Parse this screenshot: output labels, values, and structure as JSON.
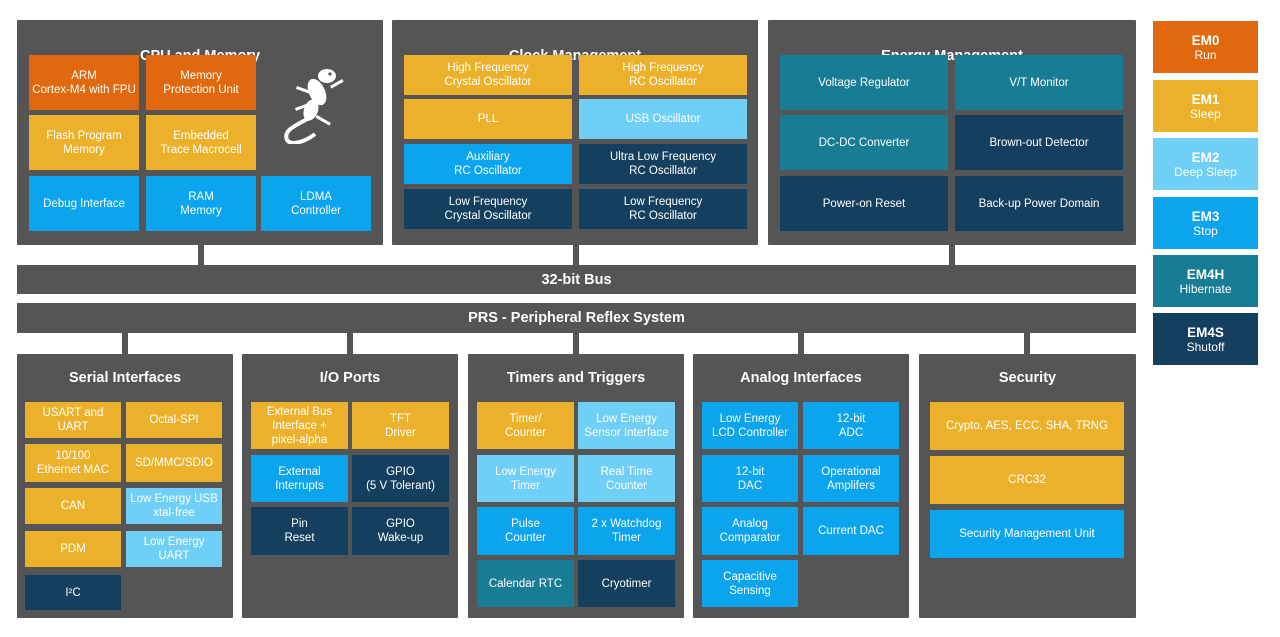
{
  "cpu": {
    "title": "CPU and Memory",
    "blocks": [
      "ARM\nCortex-M4 with FPU",
      "Memory\nProtection Unit",
      "Flash Program\nMemory",
      "Embedded\nTrace Macrocell",
      "Debug Interface",
      "RAM\nMemory",
      "LDMA\nController"
    ]
  },
  "clock": {
    "title": "Clock Management",
    "blocks": [
      "High Frequency\nCrystal Oscillator",
      "High Frequency\nRC Oscillator",
      "PLL",
      "USB Oscillator",
      "Auxiliary\nRC Oscillator",
      "Ultra Low Frequency\nRC Oscillator",
      "Low Frequency\nCrystal Oscillator",
      "Low Frequency\nRC Oscillator"
    ]
  },
  "energy": {
    "title": "Energy Management",
    "blocks": [
      "Voltage Regulator",
      "V/T Monitor",
      "DC-DC Converter",
      "Brown-out Detector",
      "Power-on Reset",
      "Back-up Power Domain"
    ]
  },
  "bus": {
    "label": "32-bit Bus"
  },
  "prs": {
    "label": "PRS - Peripheral Reflex System"
  },
  "serial": {
    "title": "Serial Interfaces",
    "blocks": [
      "USART and\nUART",
      "Octal-SPI",
      "10/100\nEthernet MAC",
      "SD/MMC/SDIO",
      "CAN",
      "Low Energy USB\nxtal-free",
      "PDM",
      "Low Energy\nUART",
      "I²C"
    ]
  },
  "io": {
    "title": "I/O Ports",
    "blocks": [
      "External Bus\nInterface +\npixel-alpha",
      "TFT\nDriver",
      "External\nInterrupts",
      "GPIO\n(5 V Tolerant)",
      "Pin\nReset",
      "GPIO\nWake-up"
    ]
  },
  "timers": {
    "title": "Timers and Triggers",
    "blocks": [
      "Timer/\nCounter",
      "Low Energy\nSensor Interface",
      "Low Energy\nTimer",
      "Real Time\nCounter",
      "Pulse\nCounter",
      "2 x Watchdog\nTimer",
      "Calendar RTC",
      "Cryotimer"
    ]
  },
  "analog": {
    "title": "Analog Interfaces",
    "blocks": [
      "Low Energy\nLCD Controller",
      "12-bit\nADC",
      "12-bit\nDAC",
      "Operational\nAmplifers",
      "Analog\nComparator",
      "Current DAC",
      "Capacitive\nSensing"
    ]
  },
  "security": {
    "title": "Security",
    "blocks": [
      "Crypto, AES, ECC, SHA, TRNG",
      "CRC32",
      "Security Management Unit"
    ]
  },
  "legend": [
    {
      "name": "EM0",
      "desc": "Run",
      "color": "#e0680f"
    },
    {
      "name": "EM1",
      "desc": "Sleep",
      "color": "#ecb12b"
    },
    {
      "name": "EM2",
      "desc": "Deep Sleep",
      "color": "#6fcff6"
    },
    {
      "name": "EM3",
      "desc": "Stop",
      "color": "#0ca4ec"
    },
    {
      "name": "EM4H",
      "desc": "Hibernate",
      "color": "#187c94"
    },
    {
      "name": "EM4S",
      "desc": "Shutoff",
      "color": "#153f5f"
    }
  ]
}
